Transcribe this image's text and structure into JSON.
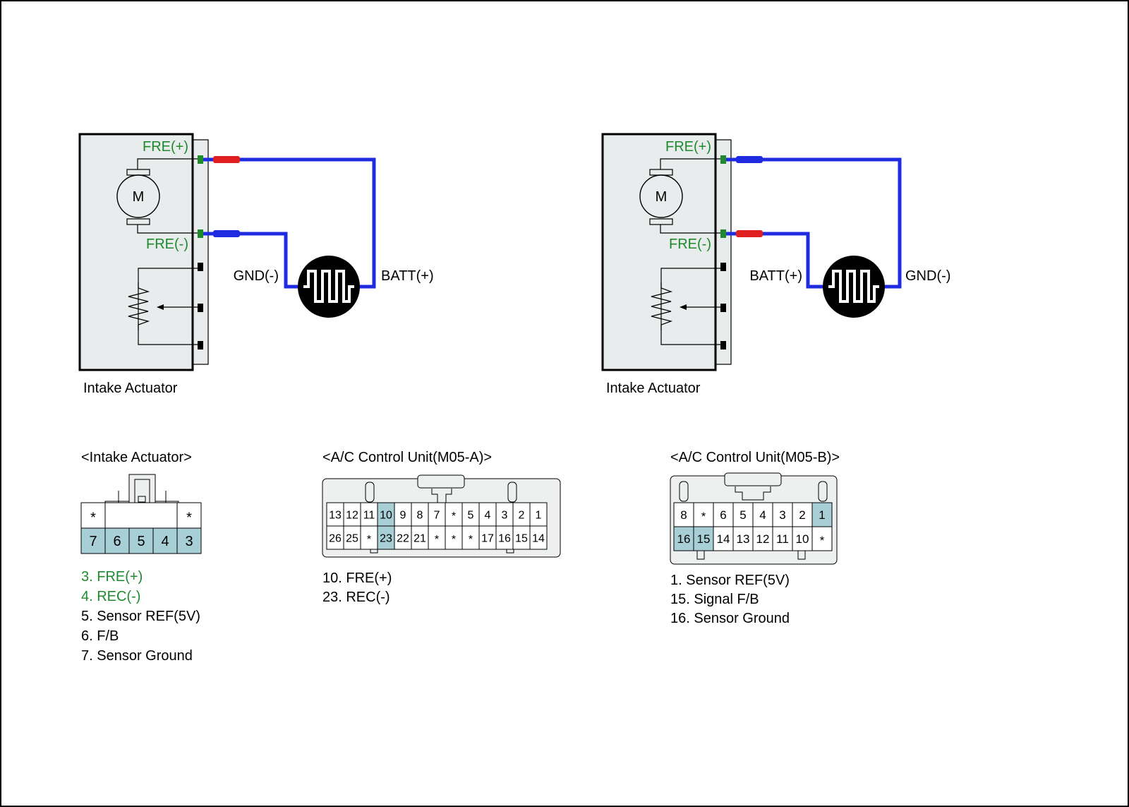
{
  "colors": {
    "wire": "#1f2be0",
    "accent_green": "#1e8a2c",
    "red_marker": "#e02020",
    "blue_marker": "#1f2be0",
    "panel_fill": "#e8ecec",
    "pin_highlight": "#a8cfd6",
    "connector_fill": "#eef0f0"
  },
  "left_circuit": {
    "fre_plus_label": "FRE(+)",
    "fre_minus_label": "FRE(-)",
    "motor_label": "M",
    "left_terminal_label": "GND(-)",
    "right_terminal_label": "BATT(+)",
    "top_marker_color": "red",
    "bottom_marker_color": "blue",
    "caption": "Intake Actuator"
  },
  "right_circuit": {
    "fre_plus_label": "FRE(+)",
    "fre_minus_label": "FRE(-)",
    "motor_label": "M",
    "left_terminal_label": "BATT(+)",
    "right_terminal_label": "GND(-)",
    "top_marker_color": "blue",
    "bottom_marker_color": "red",
    "caption": "Intake Actuator"
  },
  "connectors": {
    "intake_actuator": {
      "title": "<Intake Actuator>",
      "top_row": [
        "*",
        "",
        "",
        "",
        "*"
      ],
      "bottom_row": [
        "7",
        "6",
        "5",
        "4",
        "3"
      ],
      "highlighted": [
        "7",
        "6",
        "5",
        "4",
        "3"
      ],
      "legend": [
        {
          "text": "3. FRE(+)",
          "green": true
        },
        {
          "text": "4. REC(-)",
          "green": true
        },
        {
          "text": "5. Sensor REF(5V)",
          "green": false
        },
        {
          "text": "6. F/B",
          "green": false
        },
        {
          "text": "7. Sensor Ground",
          "green": false
        }
      ]
    },
    "m05a": {
      "title": "<A/C Control Unit(M05-A)>",
      "top_row": [
        "13",
        "12",
        "11",
        "10",
        "9",
        "8",
        "7",
        "*",
        "5",
        "4",
        "3",
        "2",
        "1"
      ],
      "bottom_row": [
        "26",
        "25",
        "*",
        "23",
        "22",
        "21",
        "*",
        "*",
        "*",
        "17",
        "16",
        "15",
        "14"
      ],
      "highlighted": [
        "10",
        "23"
      ],
      "legend": [
        {
          "text": "10. FRE(+)",
          "green": false
        },
        {
          "text": "23. REC(-)",
          "green": false
        }
      ]
    },
    "m05b": {
      "title": "<A/C Control Unit(M05-B)>",
      "top_row": [
        "8",
        "*",
        "6",
        "5",
        "4",
        "3",
        "2",
        "1"
      ],
      "bottom_row": [
        "16",
        "15",
        "14",
        "13",
        "12",
        "11",
        "10",
        "*"
      ],
      "highlighted": [
        "1",
        "16",
        "15"
      ],
      "legend": [
        {
          "text": "1. Sensor REF(5V)",
          "green": false
        },
        {
          "text": "15. Signal F/B",
          "green": false
        },
        {
          "text": "16. Sensor Ground",
          "green": false
        }
      ]
    }
  }
}
